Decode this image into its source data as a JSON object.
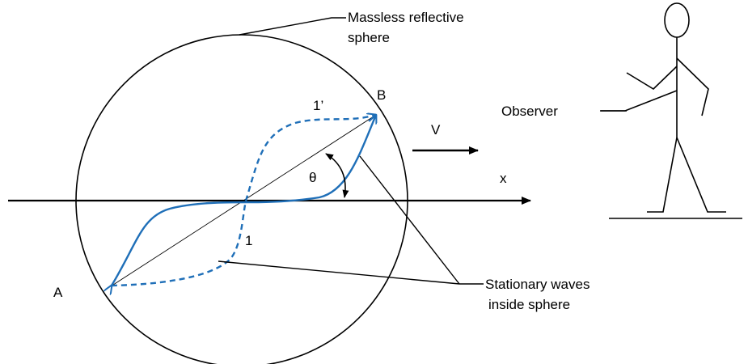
{
  "labels": {
    "sphere_line1": "Massless reflective",
    "sphere_line2": "sphere",
    "point_b": "B",
    "point_a": "A",
    "wave_1_prime": "1’",
    "wave_1": "1",
    "theta": "θ",
    "velocity": "V",
    "x_axis": "x",
    "observer": "Observer",
    "waves_line1": "Stationary waves",
    "waves_line2": "inside sphere"
  },
  "colors": {
    "wave": "#1f6fb8",
    "line": "#000000",
    "background": "#ffffff"
  }
}
